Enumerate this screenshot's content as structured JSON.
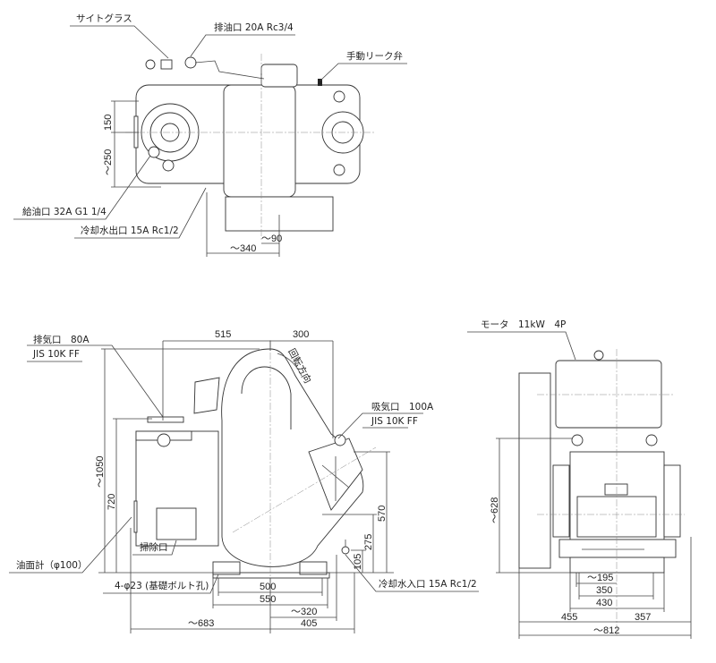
{
  "top_view": {
    "labels": {
      "sight_glass": "サイトグラス",
      "oil_drain": "排油口 20A Rc3/4",
      "manual_leak_valve": "手動リーク弁",
      "oil_fill": "給油口 32A G1 1/4",
      "cooling_water_outlet": "冷却水出口 15A Rc1/2"
    },
    "dimensions": {
      "d150": "150",
      "d250": "～250",
      "d90": "～90",
      "d340": "～340"
    }
  },
  "front_view": {
    "labels": {
      "exhaust_port": "排気口　80A",
      "exhaust_std": "JIS 10K FF",
      "intake_port": "吸気口　100A",
      "intake_std": "JIS 10K FF",
      "rotation": "回転方向",
      "oil_gauge": "油面計（φ100）",
      "foundation_holes": "4-φ23 (基礎ボルト孔)",
      "cleanout": "掃除口",
      "cooling_water_inlet": "冷却水入口 15A Rc1/2"
    },
    "dimensions": {
      "d515": "515",
      "d300": "300",
      "d1050": "～1050",
      "d720": "720",
      "d570": "570",
      "d275": "275",
      "d105": "105",
      "d500": "500",
      "d550": "550",
      "d320": "～320",
      "d405": "405",
      "d683": "～683"
    }
  },
  "side_view": {
    "labels": {
      "motor": "モータ　11kW　4P"
    },
    "dimensions": {
      "d628": "～628",
      "d195": "～195",
      "d350": "350",
      "d430": "430",
      "d455": "455",
      "d357": "357",
      "d812": "～812"
    }
  }
}
